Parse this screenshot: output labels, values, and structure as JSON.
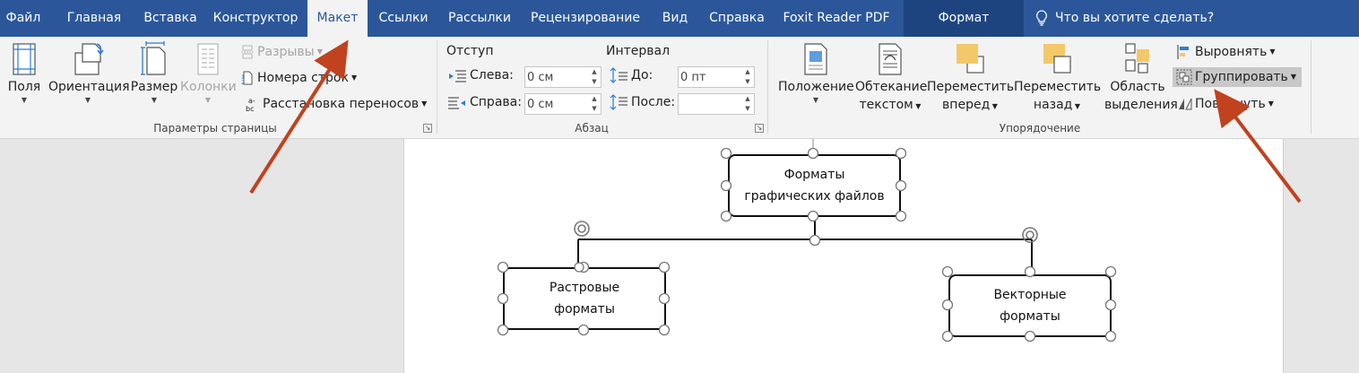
{
  "tabs": {
    "file": "Файл",
    "home": "Главная",
    "insert": "Вставка",
    "design": "Конструктор",
    "layout": "Макет",
    "references": "Ссылки",
    "mailings": "Рассылки",
    "review": "Рецензирование",
    "view": "Вид",
    "help": "Справка",
    "foxit": "Foxit Reader PDF",
    "format": "Формат"
  },
  "tell_me": "Что вы хотите сделать?",
  "page_setup": {
    "group_label": "Параметры страницы",
    "margins": "Поля",
    "orientation": "Ориентация",
    "size": "Размер",
    "columns": "Колонки",
    "breaks": "Разрывы",
    "line_numbers": "Номера строк",
    "hyphenation": "Расстановка переносов"
  },
  "paragraph": {
    "group_label": "Абзац",
    "indent_title": "Отступ",
    "spacing_title": "Интервал",
    "left_label": "Слева:",
    "left_value": "0 см",
    "right_label": "Справа:",
    "right_value": "0 см",
    "before_label": "До:",
    "before_value": "0 пт",
    "after_label": "После:",
    "after_value": ""
  },
  "arrange": {
    "group_label": "Упорядочение",
    "position_line1": "Положение",
    "wrap_line1": "Обтекание",
    "wrap_line2": "текстом",
    "forward_line1": "Переместить",
    "forward_line2": "вперед",
    "backward_line1": "Переместить",
    "backward_line2": "назад",
    "selection_line1": "Область",
    "selection_line2": "выделения",
    "align": "Выровнять",
    "group": "Группировать",
    "rotate": "Повернуть"
  },
  "diagram": {
    "root_line1": "Форматы",
    "root_line2": "графических файлов",
    "left_line1": "Растровые",
    "left_line2": "форматы",
    "right_line1": "Векторные",
    "right_line2": "форматы"
  },
  "colors": {
    "tab_bar": "#2b579a",
    "ribbon": "#f3f3f3",
    "arrow": "#c0421f"
  }
}
